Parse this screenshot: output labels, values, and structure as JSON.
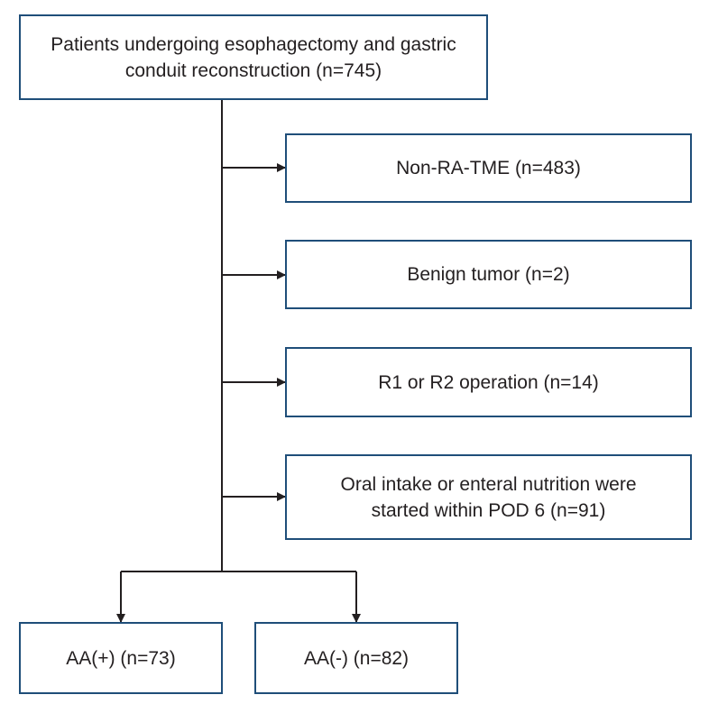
{
  "flowchart": {
    "root": {
      "lines": [
        "Patients undergoing esophagectomy and gastric",
        "conduit reconstruction (n=745)"
      ]
    },
    "exclusions": [
      {
        "lines": [
          "Non-RA-TME (n=483)"
        ]
      },
      {
        "lines": [
          "Benign tumor (n=2)"
        ]
      },
      {
        "lines": [
          "R1 or R2 operation (n=14)"
        ]
      },
      {
        "lines": [
          "Oral intake or enteral nutrition were",
          "started within POD 6 (n=91)"
        ]
      }
    ],
    "groups": [
      {
        "lines": [
          "AA(+) (n=73)"
        ]
      },
      {
        "lines": [
          "AA(-) (n=82)"
        ]
      }
    ],
    "colors": {
      "box_border": "#1f4e79",
      "connector": "#231f20",
      "text": "#231f20"
    }
  }
}
